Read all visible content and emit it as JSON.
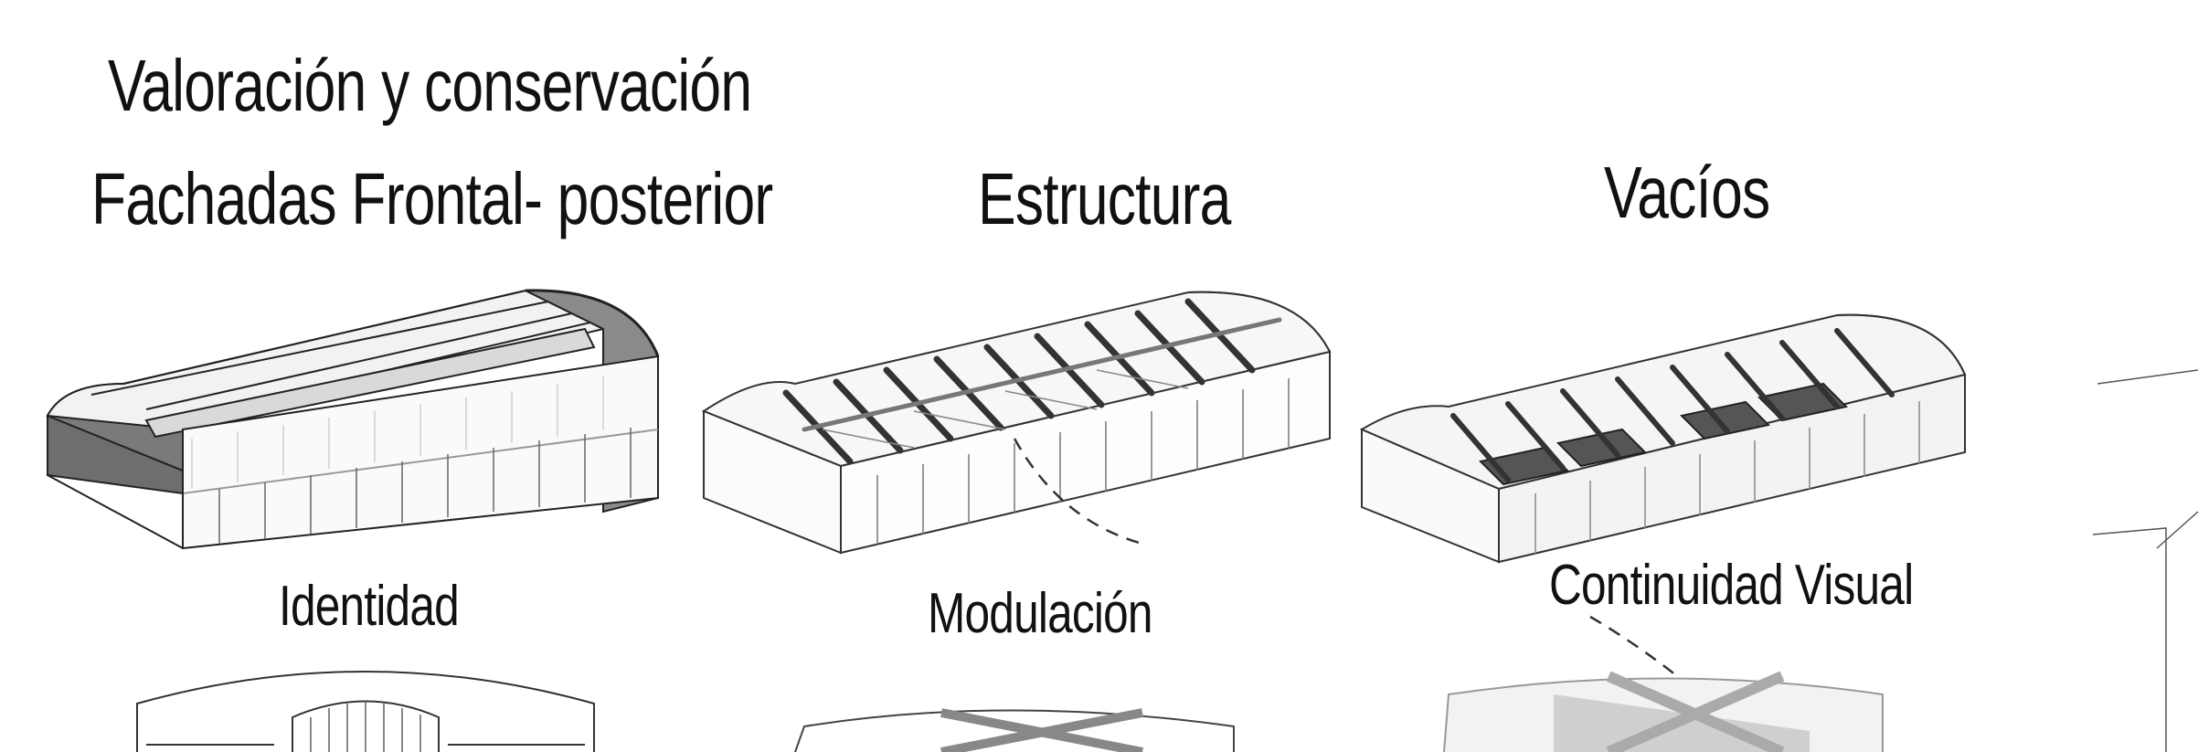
{
  "header": {
    "title": "Valoración y conservación"
  },
  "sections": [
    {
      "heading": "Fachadas Frontal- posterior",
      "caption": "Identidad"
    },
    {
      "heading": "Estructura",
      "caption": "Modulación"
    },
    {
      "heading": "Vacíos",
      "caption": "Continuidad Visual"
    }
  ]
}
